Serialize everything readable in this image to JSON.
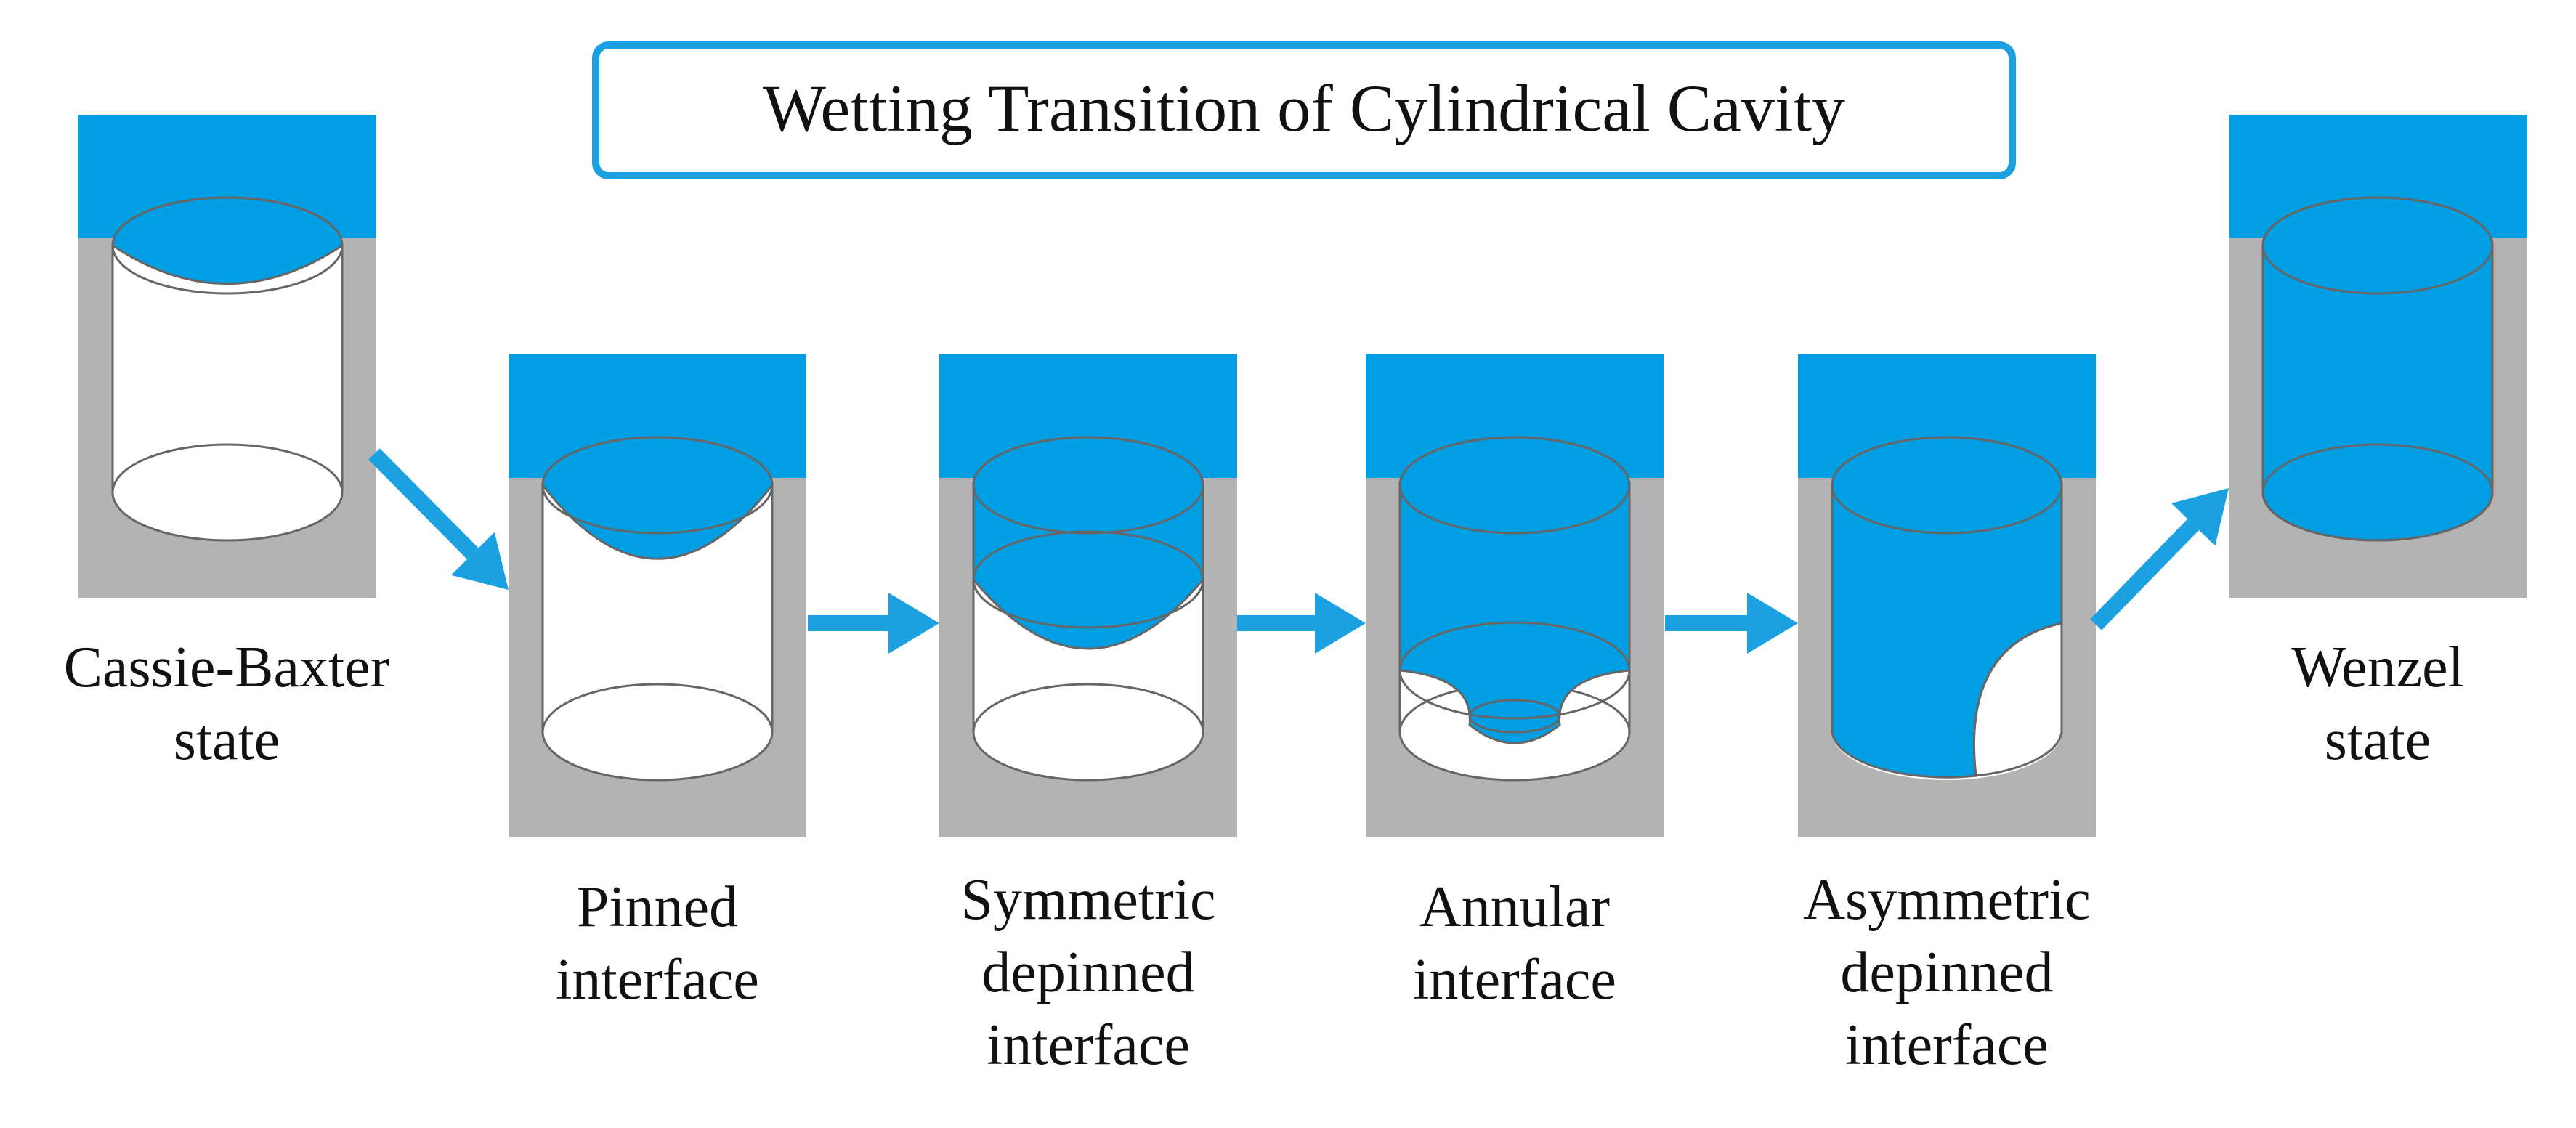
{
  "title": "Wetting Transition of Cylindrical Cavity",
  "stages": [
    {
      "id": "cassie-baxter",
      "label_lines": [
        "Cassie-Baxter",
        "state"
      ]
    },
    {
      "id": "pinned",
      "label_lines": [
        "Pinned",
        "interface"
      ]
    },
    {
      "id": "symmetric-depinned",
      "label_lines": [
        "Symmetric",
        "depinned",
        "interface"
      ]
    },
    {
      "id": "annular",
      "label_lines": [
        "Annular",
        "interface"
      ]
    },
    {
      "id": "asymmetric-depinned",
      "label_lines": [
        "Asymmetric",
        "depinned",
        "interface"
      ]
    },
    {
      "id": "wenzel",
      "label_lines": [
        "Wenzel",
        "state"
      ]
    }
  ],
  "colors": {
    "water": "#009fe3",
    "solid": "#b3b3b3",
    "cavity": "#ffffff",
    "outline": "#666666",
    "arrow": "#1ba1e2",
    "title_border": "#1ba1e2",
    "text": "#111111"
  }
}
